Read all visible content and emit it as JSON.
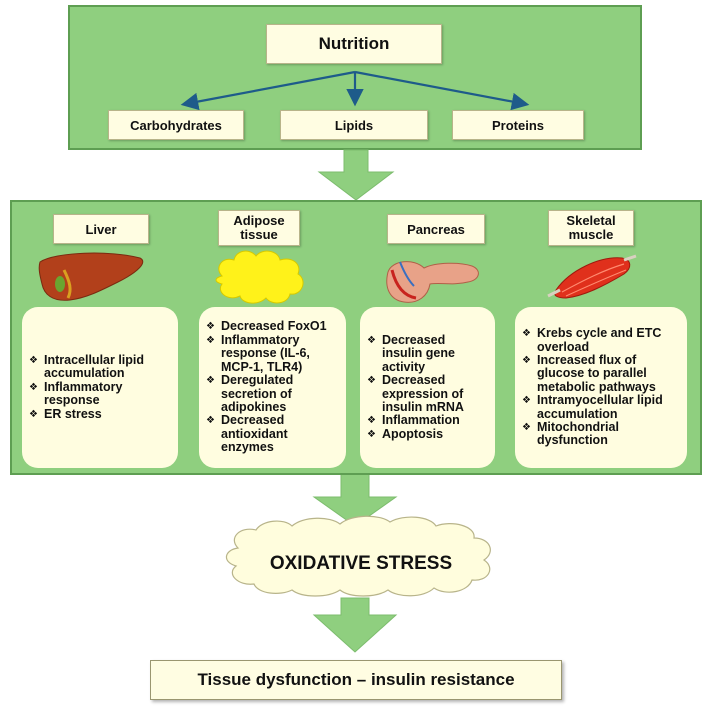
{
  "nutrition": {
    "title": "Nutrition",
    "children": [
      "Carbohydrates",
      "Lipids",
      "Proteins"
    ]
  },
  "organs": [
    {
      "name": "Liver",
      "icon": "liver-icon",
      "items": [
        "Intracellular lipid accumulation",
        "Inflammatory response",
        "ER stress"
      ]
    },
    {
      "name": "Adipose tissue",
      "icon": "adipose-cloud-icon",
      "items": [
        "Decreased FoxO1",
        "Inflammatory response (IL-6, MCP-1, TLR4)",
        "Deregulated secretion of adipokines",
        "Decreased antioxidant enzymes"
      ]
    },
    {
      "name": "Pancreas",
      "icon": "pancreas-icon",
      "items": [
        "Decreased insulin gene activity",
        "Decreased expression of insulin mRNA",
        "Inflammation",
        "Apoptosis"
      ]
    },
    {
      "name": "Skeletal muscle",
      "icon": "muscle-icon",
      "items": [
        "Krebs cycle and ETC overload",
        "Increased flux of glucose to parallel metabolic pathways",
        "Intramyocellular lipid accumulation",
        "Mitochondrial dysfunction"
      ]
    }
  ],
  "oxidative_stress": "OXIDATIVE STRESS",
  "outcome": "Tissue dysfunction – insulin resistance",
  "colors": {
    "panel": "#8fcf7f",
    "box": "#fffde2",
    "arrow": "#8fcf7f",
    "connector": "#1e5b8a"
  }
}
